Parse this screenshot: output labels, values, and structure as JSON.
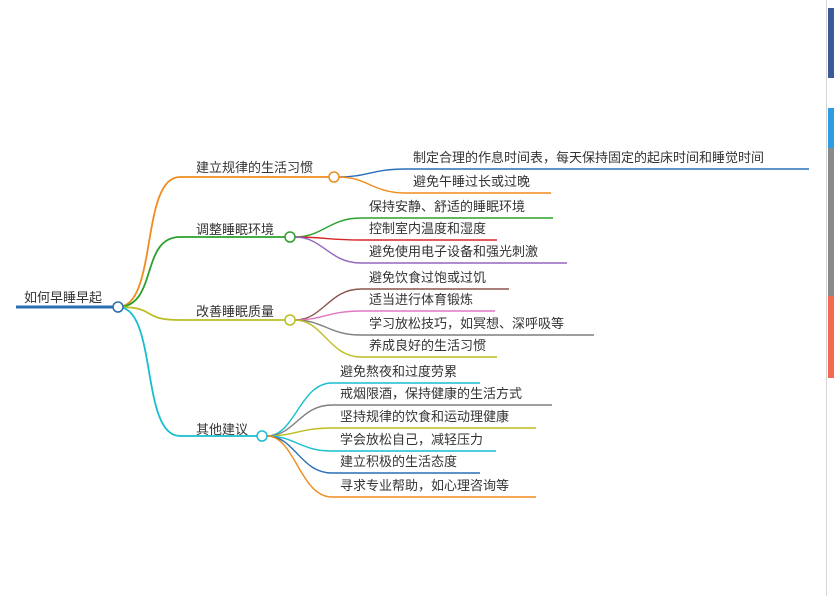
{
  "mindmap": {
    "root": {
      "label": "如何早睡早起",
      "color": "#2a6fb5"
    },
    "branches": [
      {
        "label": "建立规律的生活习惯",
        "color": "#f08c1e",
        "children": [
          {
            "label": "制定合理的作息时间表，每天保持固定的起床时间和睡觉时间",
            "color": "#2a6fb5"
          },
          {
            "label": "避免午睡过长或过晚",
            "color": "#f08c1e"
          }
        ]
      },
      {
        "label": "调整睡眠环境",
        "color": "#2ca02c",
        "children": [
          {
            "label": "保持安静、舒适的睡眠环境",
            "color": "#2ca02c"
          },
          {
            "label": "控制室内温度和湿度",
            "color": "#d62728"
          },
          {
            "label": "避免使用电子设备和强光刺激",
            "color": "#9467bd"
          }
        ]
      },
      {
        "label": "改善睡眠质量",
        "color": "#bcbd22",
        "children": [
          {
            "label": "避免饮食过饱或过饥",
            "color": "#8c564b"
          },
          {
            "label": "适当进行体育锻炼",
            "color": "#e377c2"
          },
          {
            "label": "学习放松技巧，如冥想、深呼吸等",
            "color": "#7f7f7f"
          },
          {
            "label": "养成良好的生活习惯",
            "color": "#bcbd22"
          }
        ]
      },
      {
        "label": "其他建议",
        "color": "#17becf",
        "children": [
          {
            "label": "避免熬夜和过度劳累",
            "color": "#17becf"
          },
          {
            "label": "戒烟限酒，保持健康的生活方式",
            "color": "#7f7f7f"
          },
          {
            "label": "坚持规律的饮食和运动理健康",
            "color": "#bcbd22"
          },
          {
            "label": "学会放松自己，减轻压力",
            "color": "#17becf"
          },
          {
            "label": "建立积极的生活态度",
            "color": "#2a6fb5"
          },
          {
            "label": "寻求专业帮助，如心理咨询等",
            "color": "#f08c1e"
          }
        ]
      }
    ]
  },
  "edge_colors": [
    "#3a5a98",
    "#2f9be0",
    "#8a8a8a",
    "#8a8a8a",
    "#f26b4f"
  ]
}
